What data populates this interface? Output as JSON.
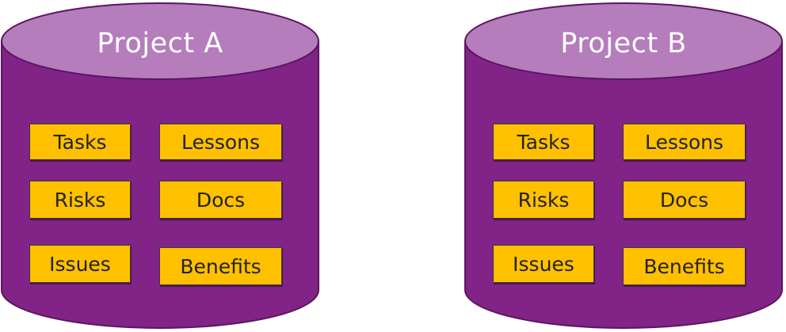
{
  "projects": [
    {
      "title": "Project A",
      "items": [
        "Tasks",
        "Lessons",
        "Risks",
        "Docs",
        "Issues",
        "Benefits"
      ]
    },
    {
      "title": "Project B",
      "items": [
        "Tasks",
        "Lessons",
        "Risks",
        "Docs",
        "Issues",
        "Benefits"
      ]
    }
  ],
  "colors": {
    "cylinder_body": "#822387",
    "cylinder_top": "#b57dbb",
    "item_fill": "#ffc000"
  }
}
